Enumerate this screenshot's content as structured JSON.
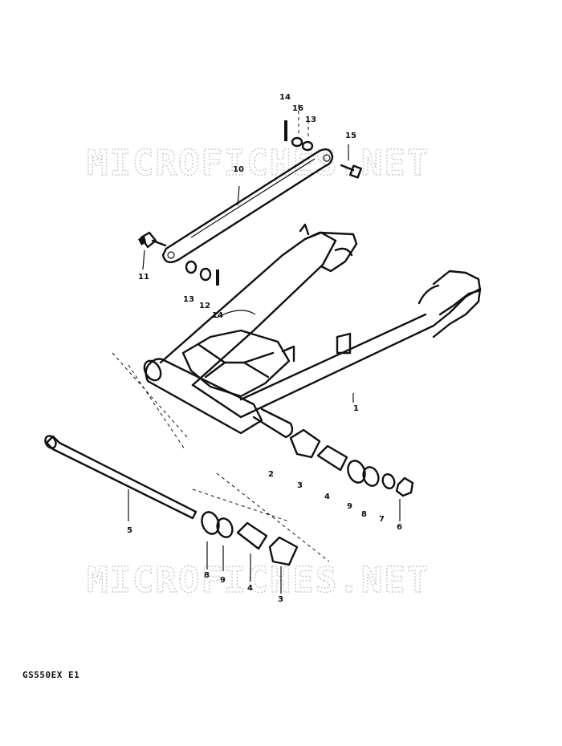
{
  "watermark": "MICROFICHES.NET",
  "model_code": "GS550EX E1",
  "callouts": {
    "c1": "1",
    "c2": "2",
    "c3a": "3",
    "c3b": "3",
    "c4a": "4",
    "c4b": "4",
    "c5": "5",
    "c6": "6",
    "c7": "7",
    "c8a": "8",
    "c8b": "8",
    "c9a": "9",
    "c9b": "9",
    "c10": "10",
    "c11": "11",
    "c12": "12",
    "c13a": "13",
    "c13b": "13",
    "c14a": "14",
    "c14b": "14",
    "c15": "15",
    "c16": "16"
  }
}
